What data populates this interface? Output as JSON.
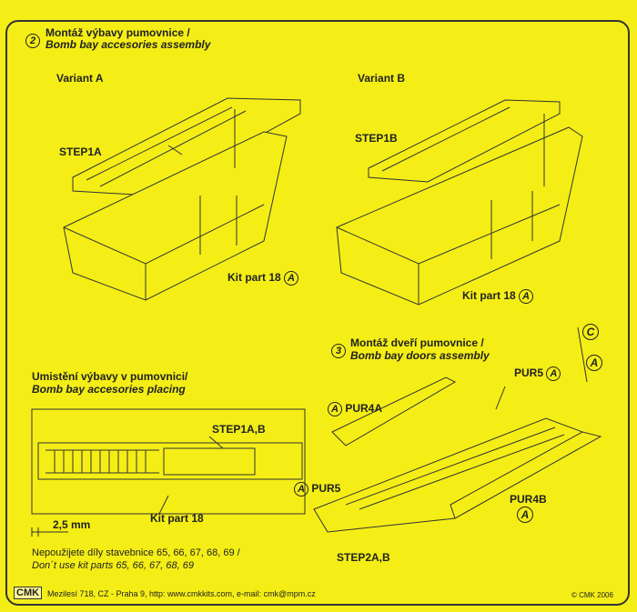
{
  "section2": {
    "number": "2",
    "title_cz": "Montáž výbavy pumovnice /",
    "title_en": "Bomb bay accesories assembly",
    "variant_a": "Variant A",
    "variant_b": "Variant B",
    "step1a": "STEP1A",
    "step1b": "STEP1B",
    "kit_part_a": "Kit part 18",
    "kit_part_b": "Kit part 18",
    "kit_part_marker": "A"
  },
  "placing": {
    "title_cz": "Umistění výbavy v pumovnici/",
    "title_en": "Bomb bay accesories placing",
    "step_label": "STEP1A,B",
    "kit_part": "Kit part 18",
    "dimension": "2,5 mm",
    "note_cz": "Nepoužijete díly stavebnice 65, 66, 67, 68, 69 /",
    "note_en": "Don´t use kit parts 65, 66, 67, 68, 69"
  },
  "section3": {
    "number": "3",
    "title_cz": "Montáž dveří pumovnice /",
    "title_en": "Bomb bay doors assembly",
    "marker_c": "C",
    "marker_a": "A",
    "pur5_top": "PUR5",
    "pur4a": "PUR4A",
    "pur5_left": "PUR5",
    "pur4b": "PUR4B",
    "step2": "STEP2A,B"
  },
  "footer": {
    "logo": "CMK",
    "address": "Mezilesí 718, CZ - Praha 9,  http: www.cmkkits.com, e-mail: cmk@mpm.cz",
    "copyright": "© CMK 2006"
  }
}
